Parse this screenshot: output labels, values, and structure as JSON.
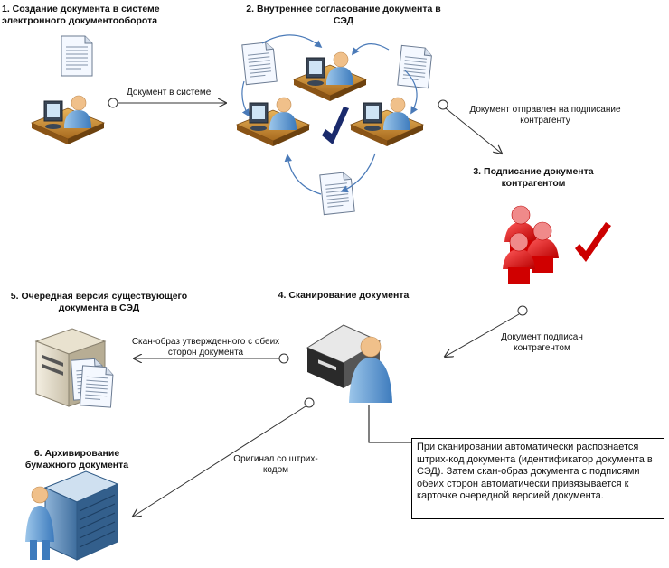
{
  "steps": {
    "s1": "1. Создание документа в системе электронного документооборота",
    "s2": "2. Внутреннее согласование документа в СЭД",
    "s3": "3. Подписание документа контрагентом",
    "s4": "4. Сканирование документа",
    "s5": "5. Очередная версия существующего документа в СЭД",
    "s6": "6. Архивирование бумажного документа"
  },
  "edges": {
    "e1": "Документ в системе",
    "e2": "Документ отправлен на подписание контрагенту",
    "e3": "Документ подписан контрагентом",
    "e4": "Скан-образ утвержденного с обеих сторон документа",
    "e5": "Оригинал со штрих-кодом"
  },
  "note": "При сканировании автоматически распознается штрих-код документа (идентификатор документа в СЭД). Затем скан-образ документа с подписями обеих сторон автоматически привязывается к карточке очередной версией документа.",
  "colors": {
    "arrow": "#333333",
    "curve": "#4a7ab8",
    "check_dark": "#1a2a6c",
    "check_red": "#cc0000",
    "people": "#dd1111"
  }
}
